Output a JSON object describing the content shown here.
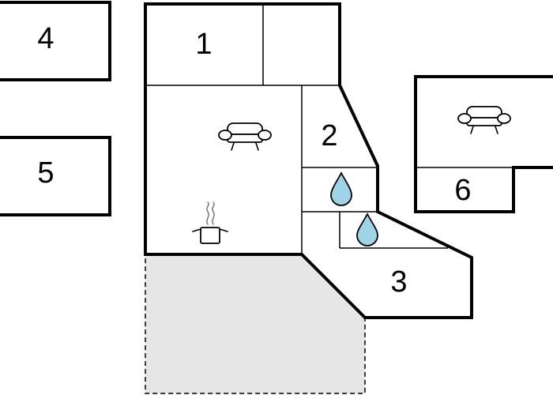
{
  "rooms": [
    {
      "id": "room-1",
      "label": "1"
    },
    {
      "id": "room-2",
      "label": "2"
    },
    {
      "id": "room-3",
      "label": "3"
    },
    {
      "id": "room-4",
      "label": "4"
    },
    {
      "id": "room-5",
      "label": "5"
    },
    {
      "id": "room-6",
      "label": "6"
    }
  ],
  "icons": {
    "living_room": "sofa-icon",
    "kitchen": "cooking-pot-icon",
    "bathroom": "water-drop-icon",
    "annex_living": "sofa-icon"
  },
  "colors": {
    "wall": "#000000",
    "terrace_fill": "#e6e6e6",
    "water_drop": "#9fd3e6",
    "background": "#ffffff"
  }
}
